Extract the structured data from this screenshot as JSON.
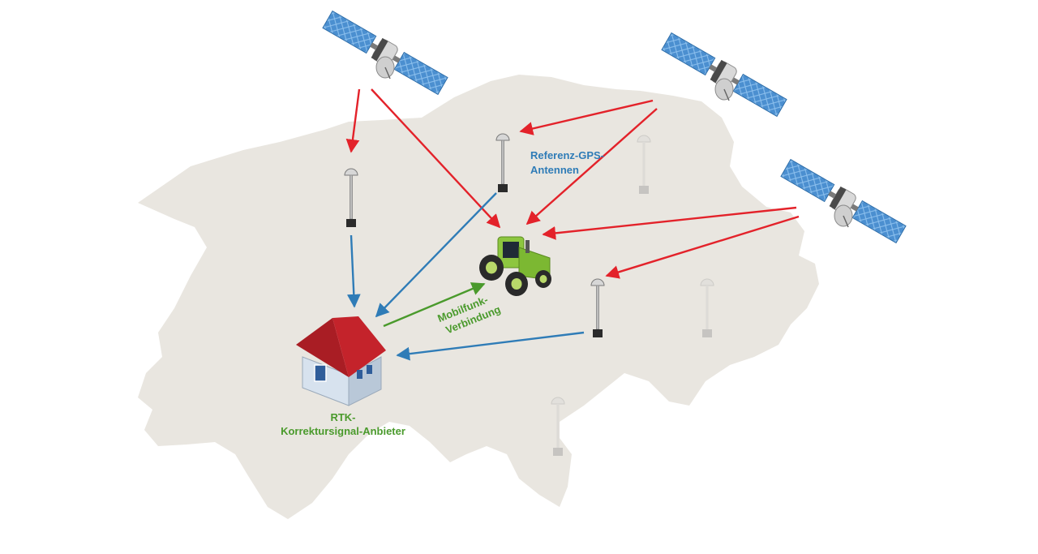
{
  "labels": {
    "antennas_line1": "Referenz-GPS-",
    "antennas_line2": "Antennen",
    "mobile_line1": "Mobilfunk-",
    "mobile_line2": "Verbindung",
    "provider_line1": "RTK-",
    "provider_line2": "Korrektursignal-Anbieter"
  },
  "colors": {
    "satellite_signal": "#e3222a",
    "correction_signal": "#2f7cb7",
    "mobile_link": "#4a9a2c",
    "label_blue": "#2f7cb7",
    "label_green": "#4a9a2c",
    "map_fill": "#e9e6e0",
    "roof": "#c4232b",
    "tractor": "#8dc63f"
  },
  "icons": [
    "satellite-icon",
    "gps-antenna-icon",
    "tractor-icon",
    "house-icon"
  ]
}
